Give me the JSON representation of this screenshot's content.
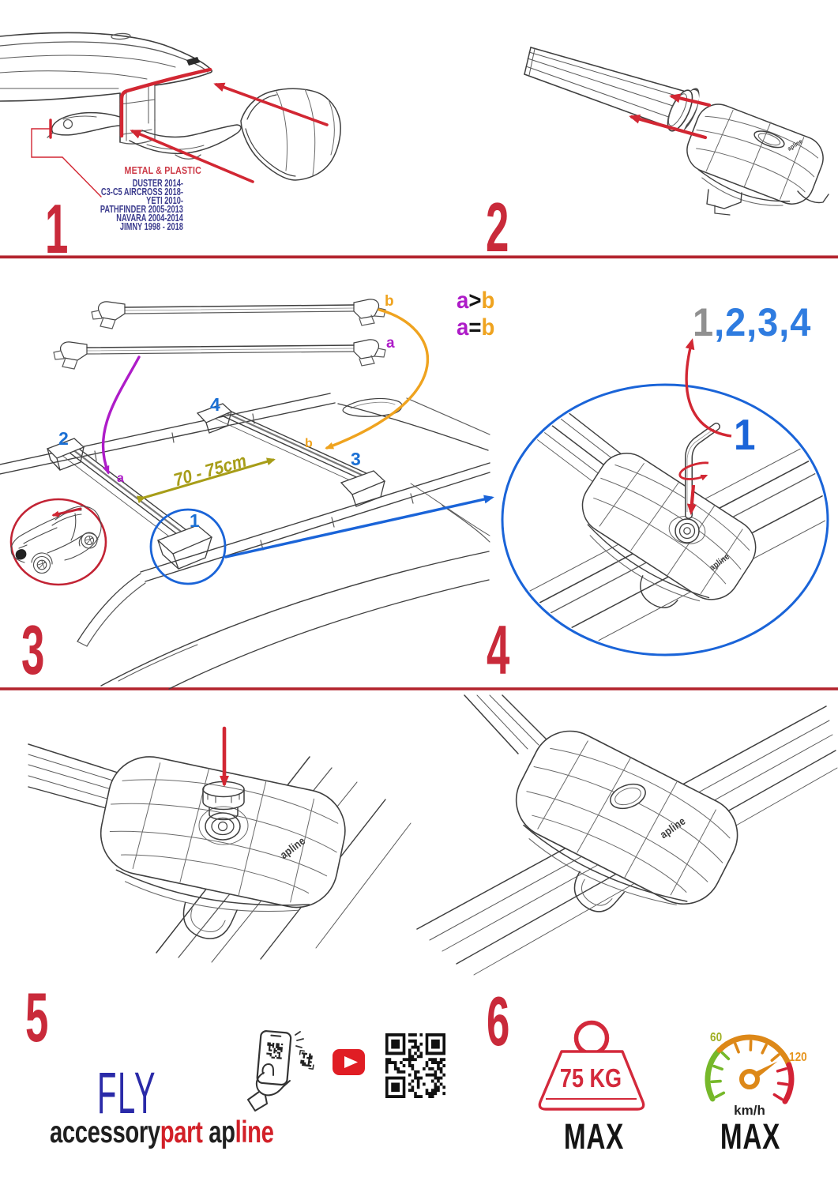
{
  "document": {
    "type": "roof-rack crossbar fitting instruction sheet",
    "brand": "apline"
  },
  "colors": {
    "step_number_red": "#c92a3a",
    "divider_red": "#b3242e",
    "arrow_red": "#d22733",
    "callout_blue": "#1a6fd4",
    "sequence_blue": "#2f7ce0",
    "sequence_gray": "#909090",
    "label_purple": "#ae1cc8",
    "label_orange": "#efa31f",
    "dimension_olive": "#a79d18",
    "models_navy": "#3c3c8e",
    "fly_indigo": "#2a2aa8",
    "brand_red": "#d22028",
    "youtube_red": "#e01d24",
    "speed_green": "#76b82a",
    "speed_orange": "#dd8818",
    "speed_red": "#d32235"
  },
  "steps": {
    "s1": {
      "num": "1",
      "material": "METAL & PLASTIC",
      "models": [
        "DUSTER 2014-",
        "C3-C5 AIRCROSS 2018-",
        "YETI 2010-",
        "PATHFINDER 2005-2013",
        "NAVARA 2004-2014",
        "JIMNY 1998 - 2018"
      ]
    },
    "s2": {
      "num": "2"
    },
    "s3": {
      "num": "3",
      "legend_gt": {
        "a": "a",
        "op": ">",
        "b": "b"
      },
      "legend_eq": {
        "a": "a",
        "op": "=",
        "b": "b"
      },
      "bar_label_b": "b",
      "bar_label_a": "a",
      "roof_label_a": "a",
      "roof_label_b": "b",
      "pos_front_left": "2",
      "pos_rear_left": "4",
      "pos_rear_right": "3",
      "pos_front_right": "1",
      "distance": "70 - 75cm"
    },
    "s4": {
      "num": "4",
      "sequence_first": "1",
      "sequence_rest": ",2,3,4",
      "callout": "1",
      "logo": "apline"
    },
    "s5": {
      "num": "5",
      "logo": "apline"
    },
    "s6": {
      "num": "6",
      "logo": "apline"
    }
  },
  "footer": {
    "fly": "FLY",
    "brand_black": "accessory",
    "brand_red": "part",
    "brand2_black": "ap",
    "brand2_red": "line",
    "icons": [
      "phone-qr-scan-icon",
      "youtube-icon",
      "qr-code-icon"
    ],
    "weight": {
      "value": "75 KG",
      "max": "MAX"
    },
    "speed": {
      "low": "60",
      "high": "120",
      "unit": "km/h",
      "max": "MAX"
    }
  }
}
